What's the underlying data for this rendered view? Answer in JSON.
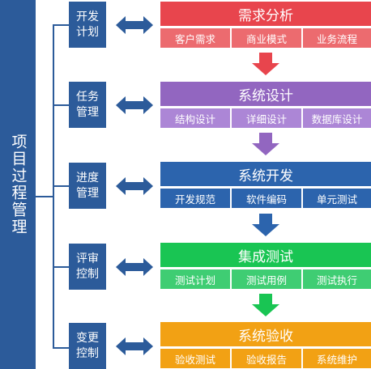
{
  "root": {
    "label": "项目过程管理"
  },
  "phases": [
    {
      "label": "开发计划"
    },
    {
      "label": "任务管理"
    },
    {
      "label": "进度管理"
    },
    {
      "label": "评审控制"
    },
    {
      "label": "变更控制"
    }
  ],
  "stages": [
    {
      "title": "需求分析",
      "items": [
        "客户需求",
        "商业模式",
        "业务流程"
      ],
      "head_color": "#e8454d",
      "sub_color": "#ec6b6f",
      "arrow_color": "#e8454d"
    },
    {
      "title": "系统设计",
      "items": [
        "结构设计",
        "详细设计",
        "数据库设计"
      ],
      "head_color": "#9266c0",
      "sub_color": "#ac86d6",
      "arrow_color": "#9266c0"
    },
    {
      "title": "系统开发",
      "items": [
        "开发规范",
        "软件编码",
        "单元测试"
      ],
      "head_color": "#2c64ad",
      "sub_color": "#2c64ad",
      "arrow_color": "#2c64ad"
    },
    {
      "title": "集成测试",
      "items": [
        "测试计划",
        "测试用例",
        "测试执行"
      ],
      "head_color": "#19c553",
      "sub_color": "#3fcd73",
      "arrow_color": "#19c553"
    },
    {
      "title": "系统验收",
      "items": [
        "验收测试",
        "验收报告",
        "系统维护"
      ],
      "head_color": "#f2a114",
      "sub_color": "#f2a114",
      "arrow_color": ""
    }
  ],
  "colors": {
    "navy": "#2c5b9a",
    "connector_arrow": "#2c5b9a"
  }
}
